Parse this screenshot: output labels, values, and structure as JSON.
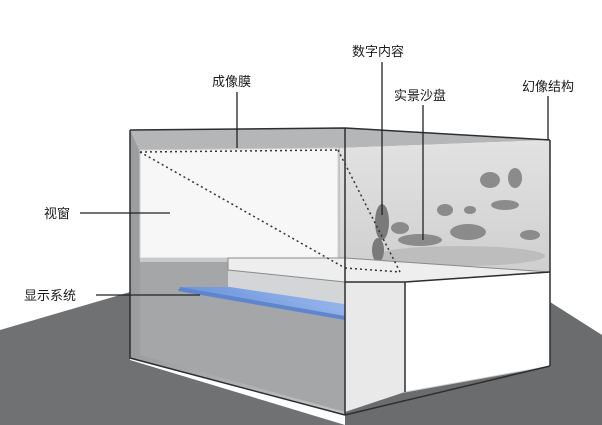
{
  "labels": {
    "film": "成像膜",
    "digital_content": "数字内容",
    "sand_table": "实景沙盘",
    "illusion_structure": "幻像结构",
    "window": "视窗",
    "display_system": "显示系统"
  },
  "colors": {
    "ground": "#6f7173",
    "box_outline": "#2e2e2e",
    "left_panel": "#a9abad",
    "top_panel": "#b4b6b8",
    "window_glass": "#f7f7f7",
    "screen_glow": "#7fa6e6",
    "sand_table_bg": "#dcdcdc",
    "lower_cabinet": "#ffffff",
    "leader_line": "#222222"
  }
}
